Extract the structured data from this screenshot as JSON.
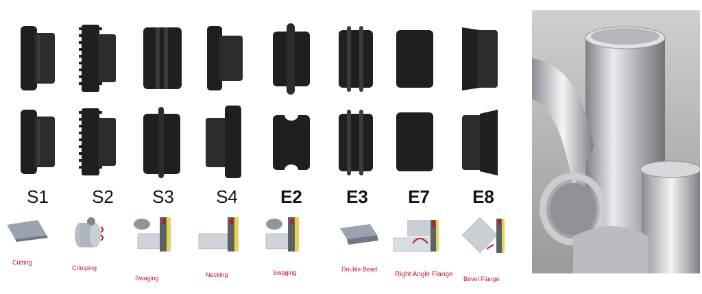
{
  "colors": {
    "roller": "#1e1f22",
    "roller_light": "#3a3b3f",
    "caption": "#d0102a",
    "code": "#111111"
  },
  "columns": [
    {
      "code": "S1",
      "caption": "Cutting",
      "diagram_icon": "cutting-diagram-icon"
    },
    {
      "code": "S2",
      "caption": "Crimping",
      "diagram_icon": "crimping-diagram-icon"
    },
    {
      "code": "S3",
      "caption": "Swaging",
      "diagram_icon": "swaging-diagram-icon"
    },
    {
      "code": "S4",
      "caption": "Necking",
      "diagram_icon": "necking-diagram-icon"
    },
    {
      "code": "E2",
      "caption": "Swaging",
      "diagram_icon": "swaging-diagram-icon"
    },
    {
      "code": "E3",
      "caption": "Double Bead",
      "diagram_icon": "double-bead-diagram-icon"
    },
    {
      "code": "E7",
      "caption": "Right Angle Flange",
      "diagram_icon": "right-angle-flange-diagram-icon"
    },
    {
      "code": "E8",
      "caption": "Bevel Flange",
      "diagram_icon": "bevel-flange-diagram-icon"
    }
  ],
  "photo_icon": "galvanized-duct-fittings-photo"
}
